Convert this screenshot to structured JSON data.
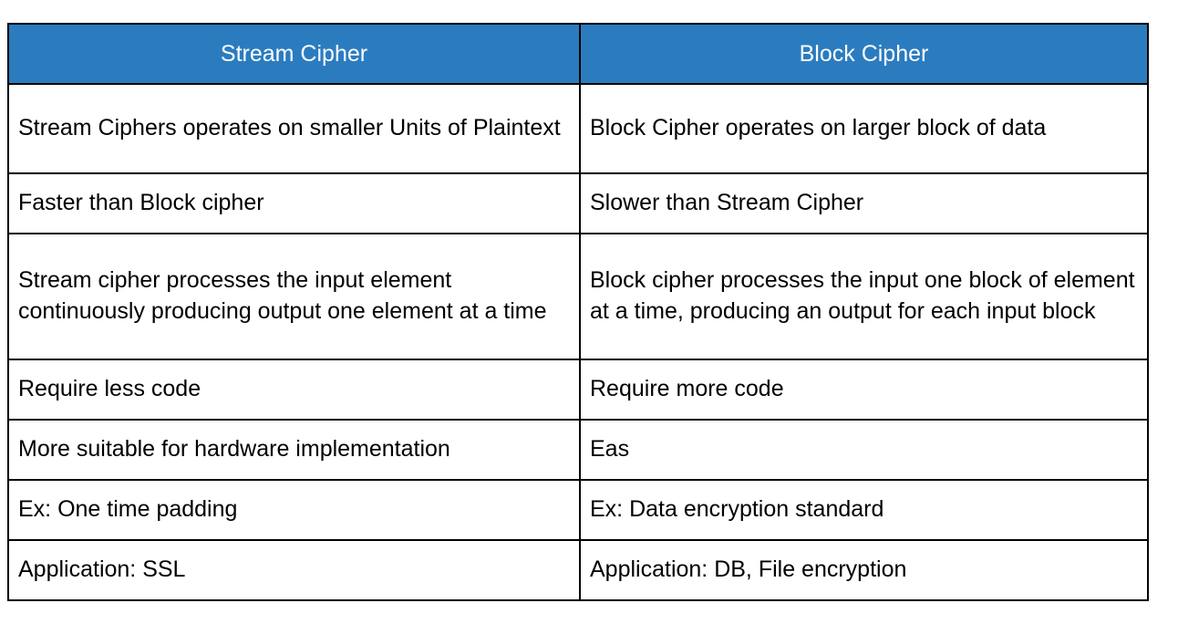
{
  "table": {
    "accent_color": "#2b7cbf",
    "header_text_color": "#ffffff",
    "border_color": "#000000",
    "columns": [
      {
        "label": "Stream Cipher"
      },
      {
        "label": "Block Cipher"
      }
    ],
    "rows": [
      {
        "height_class": "row-h1",
        "cells": [
          "Stream Ciphers operates on smaller Units of Plaintext",
          "Block Cipher operates on larger block of data"
        ]
      },
      {
        "height_class": "row-h2",
        "cells": [
          "Faster than Block cipher",
          "Slower than Stream Cipher"
        ]
      },
      {
        "height_class": "row-h3",
        "cells": [
          "Stream cipher processes the input element continuously producing output one element at a time",
          "Block cipher processes the input one block of element at a time, producing an output for each input block"
        ]
      },
      {
        "height_class": "row-h2",
        "cells": [
          "Require less code",
          "Require more code"
        ]
      },
      {
        "height_class": "row-h2",
        "cells": [
          "More suitable for hardware implementation",
          "Eas"
        ]
      },
      {
        "height_class": "row-h2",
        "cells": [
          "Ex: One time padding",
          "Ex: Data encryption standard"
        ]
      },
      {
        "height_class": "row-h2",
        "cells": [
          "Application: SSL",
          "Application: DB, File encryption"
        ]
      }
    ]
  }
}
